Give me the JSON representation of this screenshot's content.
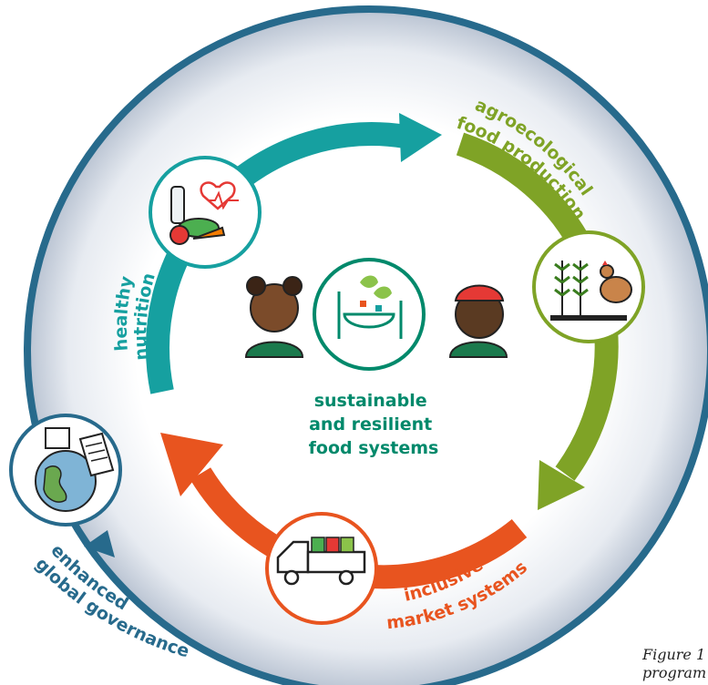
{
  "diagram": {
    "center_title": [
      "sustainable",
      "and resilient",
      "food systems"
    ],
    "segments": {
      "nutrition": {
        "label": [
          "healthy",
          "nutrition"
        ],
        "color": "#16a0a0"
      },
      "production": {
        "label": [
          "agroecological",
          "food production"
        ],
        "color": "#7fa326"
      },
      "market": {
        "label": [
          "inclusive",
          "market systems"
        ],
        "color": "#e8541f"
      },
      "governance": {
        "label": [
          "enhanced",
          "global governance"
        ],
        "color": "#276a8c"
      }
    },
    "icons": [
      "nutrition-icon",
      "production-icon",
      "market-icon",
      "governance-icon",
      "food-bowl-icon",
      "person-icon"
    ]
  },
  "caption": [
    "Figure 1",
    "program"
  ]
}
